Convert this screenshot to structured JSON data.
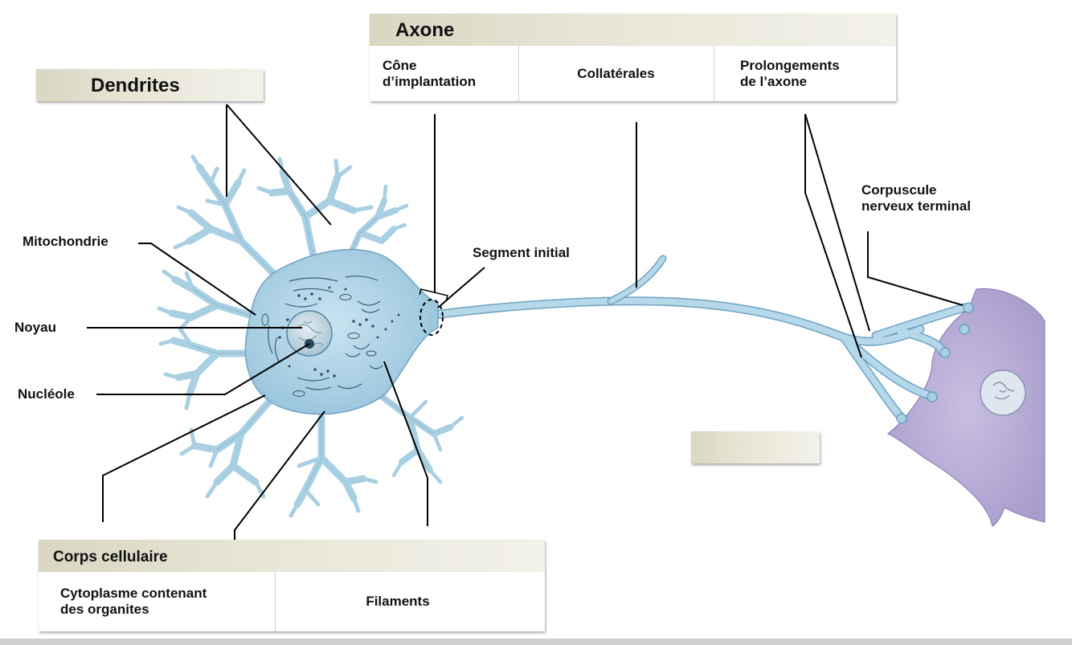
{
  "labels": {
    "dendrites": "Dendrites",
    "axone": "Axone",
    "cone": "Cône\nd’implantation",
    "collaterales": "Collatérales",
    "prolongements": "Prolongements\nde l’axone",
    "corpuscule": "Corpuscule\nnerveux terminal",
    "mitochondrie": "Mitochondrie",
    "segment_initial": "Segment initial",
    "noyau": "Noyau",
    "nucleole": "Nucléole",
    "corps_cellulaire": "Corps cellulaire",
    "cytoplasme": "Cytoplasme contenant\ndes organites",
    "filaments": "Filaments"
  },
  "colors": {
    "neuron_fill": "#a9cfe3",
    "neuron_outline": "#5e97b8",
    "target_cell": "#b7acd6",
    "header_tab": "#e4e2d1",
    "leader_line": "#000000"
  }
}
